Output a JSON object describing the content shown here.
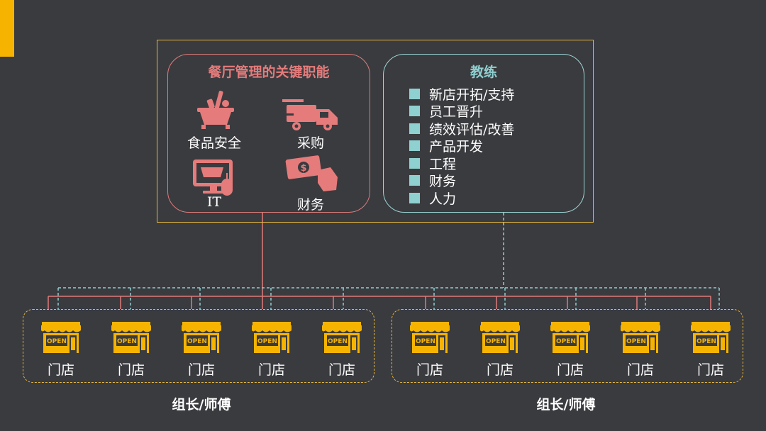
{
  "colors": {
    "background": "#3a3b3f",
    "accent_yellow": "#f6b400",
    "frame_yellow": "#e8b83a",
    "functions_red": "#e57b7b",
    "coach_teal": "#8fd0d0",
    "text_white": "#ffffff"
  },
  "functions": {
    "title": "餐厅管理的关键职能",
    "items": [
      {
        "label": "食品安全",
        "icon": "food-safety-icon"
      },
      {
        "label": "采购",
        "icon": "delivery-truck-icon"
      },
      {
        "label": "IT",
        "icon": "computer-cart-icon"
      },
      {
        "label": "财务",
        "icon": "money-hand-icon"
      }
    ]
  },
  "coach": {
    "title": "教练",
    "items": [
      "新店开拓/支持",
      "员工晋升",
      "绩效评估/改善",
      "产品开发",
      "工程",
      "财务",
      "人力"
    ]
  },
  "groups": [
    {
      "label": "组长/师傅",
      "stores": [
        "门店",
        "门店",
        "门店",
        "门店",
        "门店"
      ]
    },
    {
      "label": "组长/师傅",
      "stores": [
        "门店",
        "门店",
        "门店",
        "门店",
        "门店"
      ]
    }
  ],
  "store_sign_text": "OPEN"
}
